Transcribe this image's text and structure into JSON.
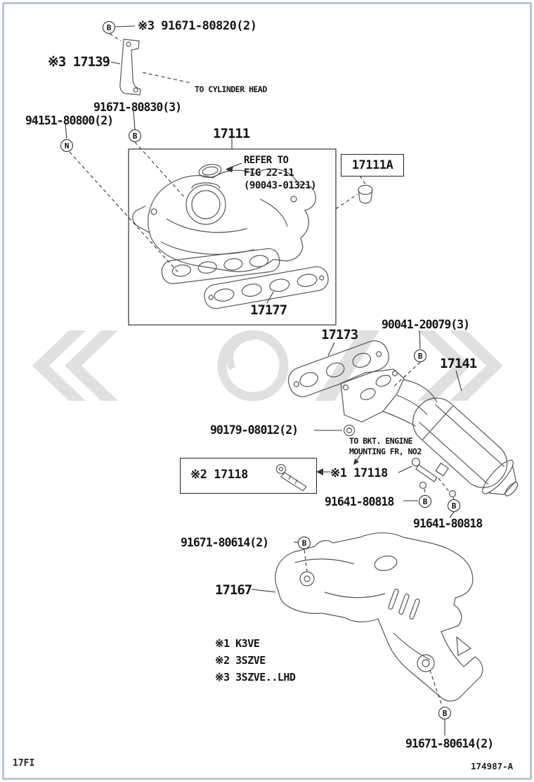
{
  "labels": {
    "p91671_80820": "※3 91671-80820(2)",
    "p17139": "※3 17139",
    "p91671_80830": "91671-80830(3)",
    "p94151_80800": "94151-80800(2)",
    "p17111": "17111",
    "p17111a": "17111A",
    "p17177": "17177",
    "p17173": "17173",
    "p90041_20079": "90041-20079(3)",
    "p17141": "17141",
    "p90179_08012": "90179-08012(2)",
    "p17118_v2": "※2 17118",
    "p17118_v1": "※1 17118",
    "p91641_80818_left": "91641-80818",
    "p91641_80818_right": "91641-80818",
    "p91671_80614_upper": "91671-80614(2)",
    "p17167": "17167",
    "p91671_80614_lower": "91671-80614(2)"
  },
  "annotations": {
    "to_cylinder_head": "TO CYLINDER HEAD",
    "refer_1": "REFER TO",
    "refer_2": "FIG 22-11",
    "refer_3": "(90043-01321)",
    "to_bkt_1": "TO BKT. ENGINE",
    "to_bkt_2": "MOUNTING FR, NO2"
  },
  "legend": {
    "item1": "※1 K3VE",
    "item2": "※2 3SZVE",
    "item3": "※3 3SZVE..LHD"
  },
  "markers": {
    "m1": "B",
    "m2": "N",
    "m3": "B",
    "m4": "B",
    "m5": "B",
    "m6": "B",
    "m7": "B",
    "m8": "B"
  },
  "footer": {
    "left": "17FI",
    "right": "174987-A"
  },
  "colors": {
    "frame": "#b9c4de",
    "drawing_line": "#555555",
    "leader_line": "#333333",
    "watermark": "#c2c2c2"
  }
}
